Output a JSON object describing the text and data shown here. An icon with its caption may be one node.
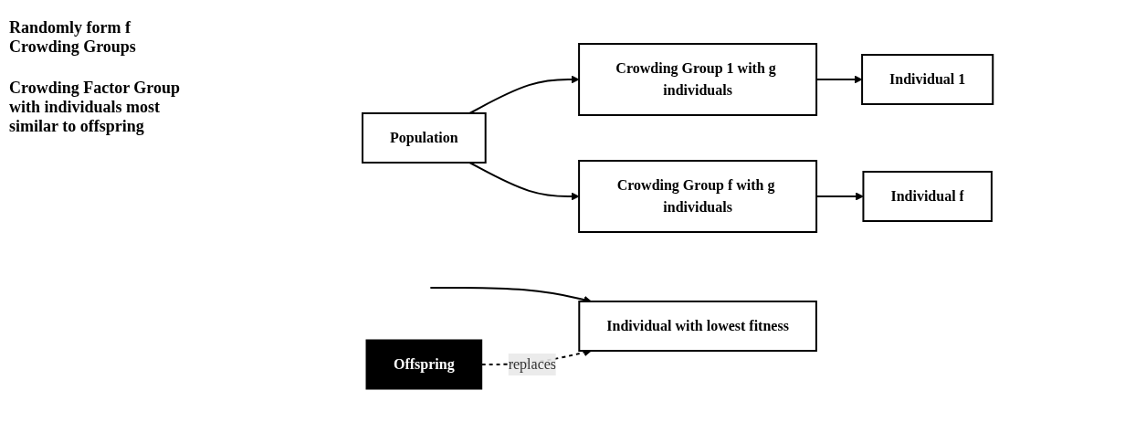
{
  "diagram": {
    "nodes": [
      {
        "text": [
          "Population"
        ]
      },
      {
        "text": [
          "Crowding Group 1 with g individuals"
        ]
      },
      {
        "text": [
          "Individual 1"
        ]
      },
      {
        "text": [
          "Crowding Group f with g individuals"
        ]
      },
      {
        "text": [
          "Individual f"
        ]
      },
      {
        "text": [
          "Offspring"
        ]
      },
      {
        "text": [
          "Individual with lowest fitness"
        ]
      }
    ],
    "edges": [
      {
        "from": 0,
        "to": 1,
        "arrow": "to"
      },
      {
        "from": 1,
        "to": 2,
        "arrow": "to"
      },
      {
        "from": 0,
        "to": 3,
        "arrow": "to"
      },
      {
        "from": 3,
        "to": 4,
        "arrow": "to"
      },
      {
        "from": null,
        "to": 6,
        "arrow": "to"
      },
      {
        "from": 5,
        "to": 6,
        "arrow": "to",
        "label": "replaces",
        "style": "dashed"
      }
    ],
    "labels": [
      "Randomly form f Crowding Groups",
      "Crowding Factor Group with individuals most similar to offspring"
    ]
  }
}
